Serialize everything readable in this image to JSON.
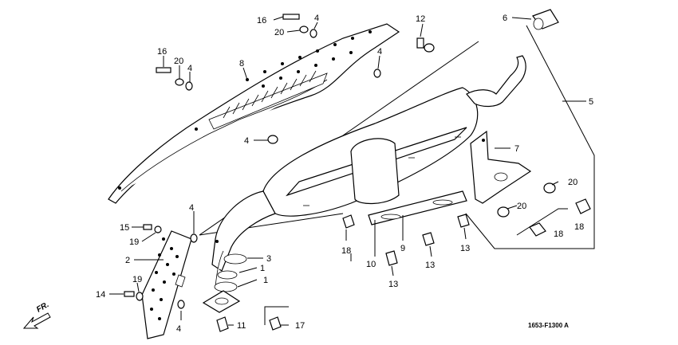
{
  "diagram": {
    "code": "1653-F1300 A",
    "direction_label": "FR.",
    "callouts": [
      {
        "id": "c16a",
        "text": "16"
      },
      {
        "id": "c20a",
        "text": "20"
      },
      {
        "id": "c4a",
        "text": "4"
      },
      {
        "id": "c12",
        "text": "12"
      },
      {
        "id": "c6",
        "text": "6"
      },
      {
        "id": "c16b",
        "text": "16"
      },
      {
        "id": "c20b",
        "text": "20"
      },
      {
        "id": "c4b",
        "text": "4"
      },
      {
        "id": "c8",
        "text": "8"
      },
      {
        "id": "c4c",
        "text": "4"
      },
      {
        "id": "c5",
        "text": "5"
      },
      {
        "id": "c4d",
        "text": "4"
      },
      {
        "id": "c7",
        "text": "7"
      },
      {
        "id": "c20c",
        "text": "20"
      },
      {
        "id": "c20d",
        "text": "20"
      },
      {
        "id": "c18a",
        "text": "18"
      },
      {
        "id": "c18b",
        "text": "18"
      },
      {
        "id": "c4e",
        "text": "4"
      },
      {
        "id": "c15",
        "text": "15"
      },
      {
        "id": "c19a",
        "text": "19"
      },
      {
        "id": "c2",
        "text": "2"
      },
      {
        "id": "c3",
        "text": "3"
      },
      {
        "id": "c1a",
        "text": "1"
      },
      {
        "id": "c1b",
        "text": "1"
      },
      {
        "id": "c18c",
        "text": "18"
      },
      {
        "id": "c10",
        "text": "10"
      },
      {
        "id": "c9",
        "text": "9"
      },
      {
        "id": "c13a",
        "text": "13"
      },
      {
        "id": "c13b",
        "text": "13"
      },
      {
        "id": "c13c",
        "text": "13"
      },
      {
        "id": "c19b",
        "text": "19"
      },
      {
        "id": "c14",
        "text": "14"
      },
      {
        "id": "c4f",
        "text": "4"
      },
      {
        "id": "c11",
        "text": "11"
      },
      {
        "id": "c17",
        "text": "17"
      }
    ]
  }
}
